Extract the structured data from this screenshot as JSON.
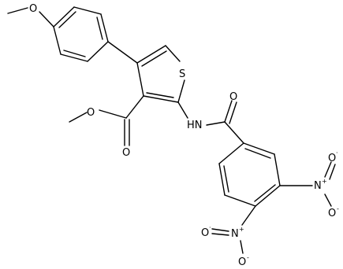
{
  "molecule": {
    "atoms": {
      "o_methoxy": "O",
      "sulfur": "S",
      "o_carbonyl_amide": "O",
      "o_ester_ether": "O",
      "o_ester_carbonyl": "O",
      "nh": "HN",
      "n_nitro_right": "N",
      "o_nitro_right_top": "O",
      "o_nitro_right_bottom": "O",
      "n_nitro_bottom": "N",
      "o_nitro_bottom_left": "O",
      "o_nitro_bottom_bottom": "O"
    },
    "charges": {
      "plus": "+",
      "minus": "-",
      "radical": "·"
    }
  }
}
